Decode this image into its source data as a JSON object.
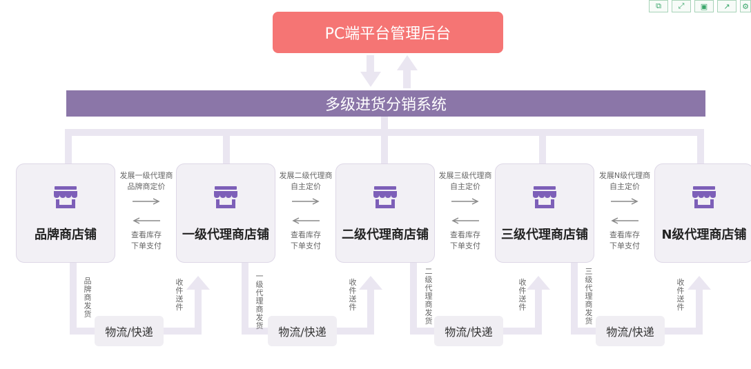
{
  "colors": {
    "pc_box": "#f57574",
    "system_bar": "#8b76a8",
    "connector": "#eae6f1",
    "store_icon": "#7d5fb8"
  },
  "pc_platform": {
    "label": "PC端平台管理后台"
  },
  "system_bar": {
    "label": "多级进货分销系统"
  },
  "stores": [
    {
      "name": "品牌商店铺",
      "icon": "shop-icon"
    },
    {
      "name": "一级代理商店铺",
      "icon": "shop-icon"
    },
    {
      "name": "二级代理商店铺",
      "icon": "shop-icon"
    },
    {
      "name": "三级代理商店铺",
      "icon": "shop-icon"
    },
    {
      "name": "N级代理商店铺",
      "icon": "shop-icon"
    }
  ],
  "relations": [
    {
      "top1": "发展一级代理商",
      "top2": "品牌商定价",
      "bottom1": "查看库存",
      "bottom2": "下单支付"
    },
    {
      "top1": "发展二级代理商",
      "top2": "自主定价",
      "bottom1": "查看库存",
      "bottom2": "下单支付"
    },
    {
      "top1": "发展三级代理商",
      "top2": "自主定价",
      "bottom1": "查看库存",
      "bottom2": "下单支付"
    },
    {
      "top1": "发展N级代理商",
      "top2": "自主定价",
      "bottom1": "查看库存",
      "bottom2": "下单支付"
    }
  ],
  "logistics": [
    {
      "label": "物流/快递",
      "ship": "品牌商发货",
      "receive": "收件送件"
    },
    {
      "label": "物流/快递",
      "ship": "一级代理商发货",
      "receive": "收件送件"
    },
    {
      "label": "物流/快递",
      "ship": "二级代理商发货",
      "receive": "收件送件"
    },
    {
      "label": "物流/快递",
      "ship": "三级代理商发货",
      "receive": "收件送件"
    }
  ],
  "toolbar": [
    "copy-icon",
    "expand-icon",
    "save-icon",
    "share-icon",
    "settings-icon"
  ]
}
